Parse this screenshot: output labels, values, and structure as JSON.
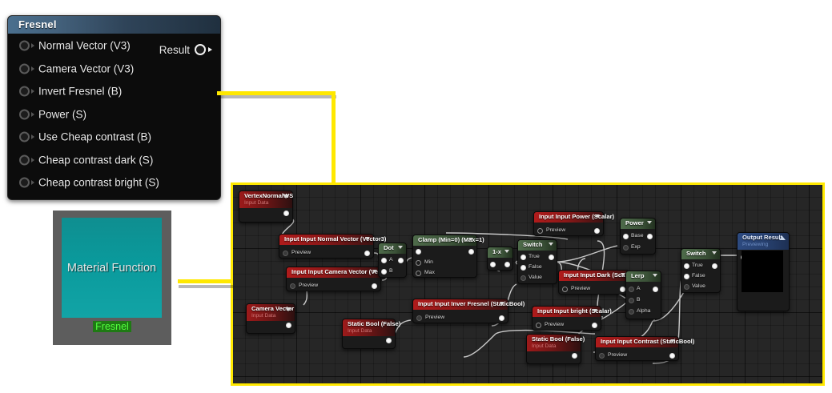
{
  "fresnel_node": {
    "title": "Fresnel",
    "inputs": [
      {
        "label": "Normal Vector (V3)"
      },
      {
        "label": "Camera Vector (V3)"
      },
      {
        "label": "Invert Fresnel (B)"
      },
      {
        "label": "Power (S)"
      },
      {
        "label": "Use Cheap contrast (B)"
      },
      {
        "label": "Cheap contrast dark (S)"
      },
      {
        "label": "Cheap contrast bright (S)"
      }
    ],
    "output_label": "Result"
  },
  "asset_tile": {
    "thumbnail_caption": "Material Function",
    "asset_name": "Fresnel"
  },
  "colors": {
    "callout": "#ffe800",
    "thumbnail": "#0d9a9c",
    "asset_name_bg": "#1f7a14",
    "asset_name_fg": "#52ff3e",
    "node_red": "#b01b1b",
    "node_green": "#4e6b4a",
    "node_blue": "#2d4a80",
    "graph_bg": "#262626"
  },
  "graph": {
    "nodes": [
      {
        "id": "vertexnormal",
        "title": "VertexNormalWS",
        "subtitle": "Input Data",
        "pins": []
      },
      {
        "id": "in_normal",
        "title": "Input Input Normal Vector (Vector3)",
        "pins": [
          {
            "label": "Preview"
          }
        ]
      },
      {
        "id": "in_camera",
        "title": "Input Input Camera Vector (Vector3)",
        "pins": [
          {
            "label": "Preview"
          }
        ]
      },
      {
        "id": "cameravector",
        "title": "Camera Vector",
        "subtitle": "Input Data",
        "pins": []
      },
      {
        "id": "dot",
        "title": "Dot",
        "pins": [
          {
            "label": "A"
          },
          {
            "label": "B"
          }
        ]
      },
      {
        "id": "clamp",
        "title": "Clamp (Min=0) (Max=1)",
        "pins": [
          {
            "label": "Min"
          },
          {
            "label": "Max"
          }
        ]
      },
      {
        "id": "oneminusx",
        "title": "1-x",
        "pins": []
      },
      {
        "id": "switch1",
        "title": "Switch",
        "pins": [
          {
            "label": "True"
          },
          {
            "label": "False"
          },
          {
            "label": "Value"
          }
        ]
      },
      {
        "id": "staticbool1",
        "title": "Static Bool (False)",
        "subtitle": "Input Data",
        "pins": []
      },
      {
        "id": "in_invfresnel",
        "title": "Input Input Inver Fresnel (StaticBool)",
        "pins": [
          {
            "label": "Preview"
          }
        ]
      },
      {
        "id": "in_power",
        "title": "Input Input Power (Scalar)",
        "pins": [
          {
            "label": "Preview"
          }
        ]
      },
      {
        "id": "power",
        "title": "Power",
        "pins": [
          {
            "label": "Base"
          },
          {
            "label": "Exp"
          }
        ]
      },
      {
        "id": "in_dark",
        "title": "Input Input Dark (Scalar)",
        "pins": [
          {
            "label": "Preview"
          }
        ]
      },
      {
        "id": "in_bright",
        "title": "Input Input bright (Scalar)",
        "pins": [
          {
            "label": "Preview"
          }
        ]
      },
      {
        "id": "lerp",
        "title": "Lerp",
        "pins": [
          {
            "label": "A"
          },
          {
            "label": "B"
          },
          {
            "label": "Alpha"
          }
        ]
      },
      {
        "id": "staticbool2",
        "title": "Static Bool (False)",
        "subtitle": "Input Data",
        "pins": []
      },
      {
        "id": "in_contrast",
        "title": "Input Input Contrast (StaticBool)",
        "pins": [
          {
            "label": "Preview"
          }
        ]
      },
      {
        "id": "switch2",
        "title": "Switch",
        "pins": [
          {
            "label": "True"
          },
          {
            "label": "False"
          },
          {
            "label": "Value"
          }
        ]
      },
      {
        "id": "output",
        "title": "Output Result",
        "subtitle": "Previewing",
        "pins": []
      }
    ]
  }
}
